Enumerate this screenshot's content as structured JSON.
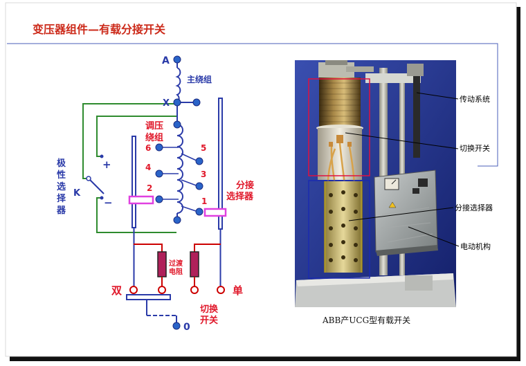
{
  "slide": {
    "title": "变压器组件—有载分接开关"
  },
  "schematic": {
    "terminal_a": "A",
    "terminal_x": "X",
    "main_winding": "主绕组",
    "reg_winding_line1": "调压",
    "reg_winding_line2": "绕组",
    "taps": [
      "6",
      "5",
      "4",
      "3",
      "2",
      "1"
    ],
    "polarity_selector": [
      "极",
      "性",
      "选",
      "择",
      "器"
    ],
    "switch_k": "K",
    "plus": "+",
    "minus": "−",
    "tap_selector_line1": "分接",
    "tap_selector_line2": "选择器",
    "transition_resistor_line1": "过渡",
    "transition_resistor_line2": "电阻",
    "double": "双",
    "single": "单",
    "diverter_line1": "切换",
    "diverter_line2": "开关",
    "neutral": "0"
  },
  "photo": {
    "caption": "ABB产UCG型有载开关",
    "labels": {
      "drive_system": "传动系统",
      "diverter_switch": "切换开关",
      "tap_selector": "分接选择器",
      "motor_mechanism": "电动机构"
    }
  },
  "colors": {
    "title": "#cc2a1a",
    "label_blue": "#2a3aa8",
    "label_red": "#e0182a",
    "wire_green": "#2e8b2e",
    "wire_red": "#cc0000",
    "terminal_blue": "#2a64c8",
    "magenta": "#e040e0",
    "resistor": "#b0205a"
  }
}
